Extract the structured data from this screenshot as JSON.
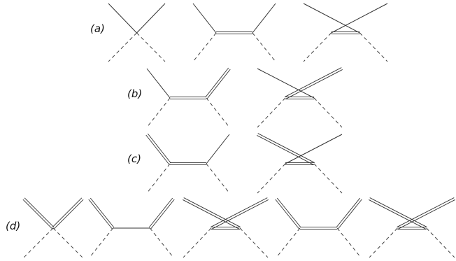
{
  "figure": {
    "labels": {
      "a": "(a)",
      "b": "(b)",
      "c": "(c)",
      "d": "(d)"
    },
    "colors": {
      "line": "#333333",
      "dashed": "#444444",
      "background": "#ffffff"
    }
  }
}
